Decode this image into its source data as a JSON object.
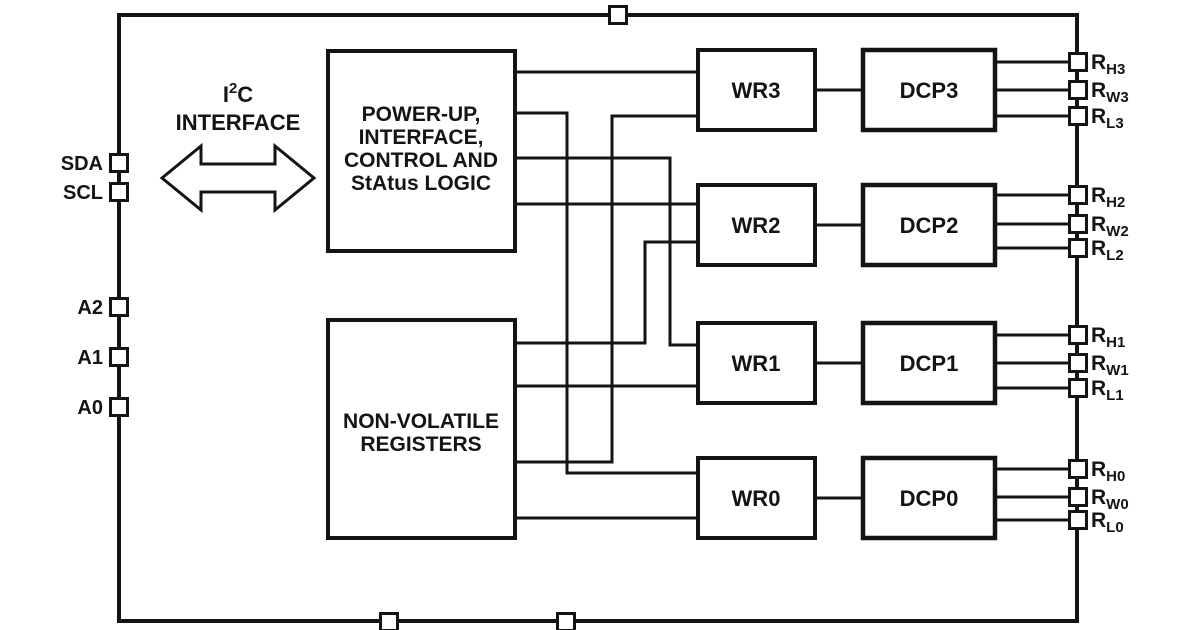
{
  "colors": {
    "line": "#141414",
    "background": "#ffffff",
    "block_fill": "#ffffff"
  },
  "i2c": {
    "base": "I",
    "sup": "2",
    "after": "C",
    "line2": "INTERFACE"
  },
  "blocks": {
    "control": {
      "lines": [
        "POWER-UP,",
        "INTERFACE,",
        "CONTROL AND",
        "StAtus LOGIC"
      ]
    },
    "nvreg": {
      "lines": [
        "NON-VOLATILE",
        "REGISTERS"
      ]
    },
    "wr": [
      "WR3",
      "WR2",
      "WR1",
      "WR0"
    ],
    "dcp": [
      "DCP3",
      "DCP2",
      "DCP1",
      "DCP0"
    ]
  },
  "left_pins": [
    "SDA",
    "SCL",
    "A2",
    "A1",
    "A0"
  ],
  "right_pins": [
    {
      "main": "R",
      "sub": "H3"
    },
    {
      "main": "R",
      "sub": "W3"
    },
    {
      "main": "R",
      "sub": "L3"
    },
    {
      "main": "R",
      "sub": "H2"
    },
    {
      "main": "R",
      "sub": "W2"
    },
    {
      "main": "R",
      "sub": "L2"
    },
    {
      "main": "R",
      "sub": "H1"
    },
    {
      "main": "R",
      "sub": "W1"
    },
    {
      "main": "R",
      "sub": "L1"
    },
    {
      "main": "R",
      "sub": "H0"
    },
    {
      "main": "R",
      "sub": "W0"
    },
    {
      "main": "R",
      "sub": "L0"
    }
  ],
  "connections": [
    {
      "from": "POWER-UP, INTERFACE, CONTROL AND StAtus LOGIC",
      "to": "WR3"
    },
    {
      "from": "POWER-UP, INTERFACE, CONTROL AND StAtus LOGIC",
      "to": "WR2"
    },
    {
      "from": "POWER-UP, INTERFACE, CONTROL AND StAtus LOGIC",
      "to": "WR1"
    },
    {
      "from": "POWER-UP, INTERFACE, CONTROL AND StAtus LOGIC",
      "to": "WR0"
    },
    {
      "from": "NON-VOLATILE REGISTERS",
      "to": "WR3"
    },
    {
      "from": "NON-VOLATILE REGISTERS",
      "to": "WR2"
    },
    {
      "from": "NON-VOLATILE REGISTERS",
      "to": "WR1"
    },
    {
      "from": "NON-VOLATILE REGISTERS",
      "to": "WR0"
    },
    {
      "from": "WR3",
      "to": "DCP3"
    },
    {
      "from": "WR2",
      "to": "DCP2"
    },
    {
      "from": "WR1",
      "to": "DCP1"
    },
    {
      "from": "WR0",
      "to": "DCP0"
    },
    {
      "from": "DCP3",
      "to": "RH3, RW3, RL3"
    },
    {
      "from": "DCP2",
      "to": "RH2, RW2, RL2"
    },
    {
      "from": "DCP1",
      "to": "RH1, RW1, RL1"
    },
    {
      "from": "DCP0",
      "to": "RH0, RW0, RL0"
    }
  ]
}
